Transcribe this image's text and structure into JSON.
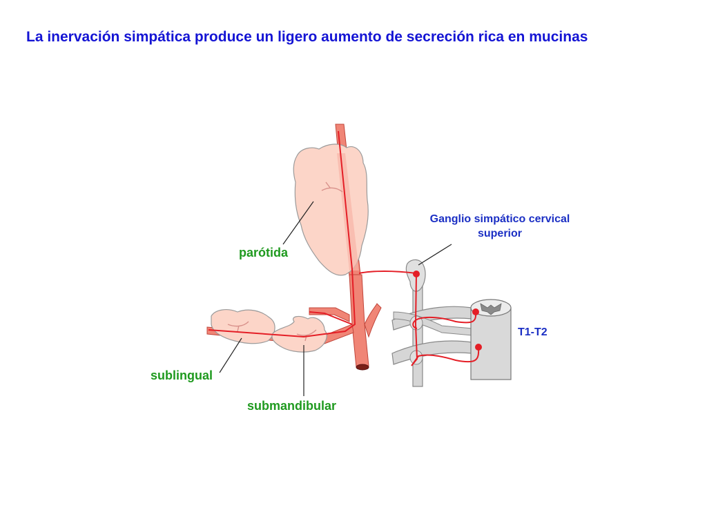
{
  "title": "La inervación simpática produce un ligero aumento de secreción rica en mucinas",
  "labels": {
    "parotid": "parótida",
    "sublingual": "sublingual",
    "submandibular": "submandibular",
    "ganglion_line1": "Ganglio simpático cervical",
    "ganglion_line2": "superior",
    "spinal_level": "T1-T2"
  },
  "colors": {
    "title": "#1414d4",
    "organ_labels": "#1f9a1f",
    "nerve_labels": "#1b2fc4",
    "gland_fill": "#fcd5c8",
    "artery": "#f08576",
    "nerve": "#e41e26",
    "spinal_gray": "#c9c9c9"
  }
}
